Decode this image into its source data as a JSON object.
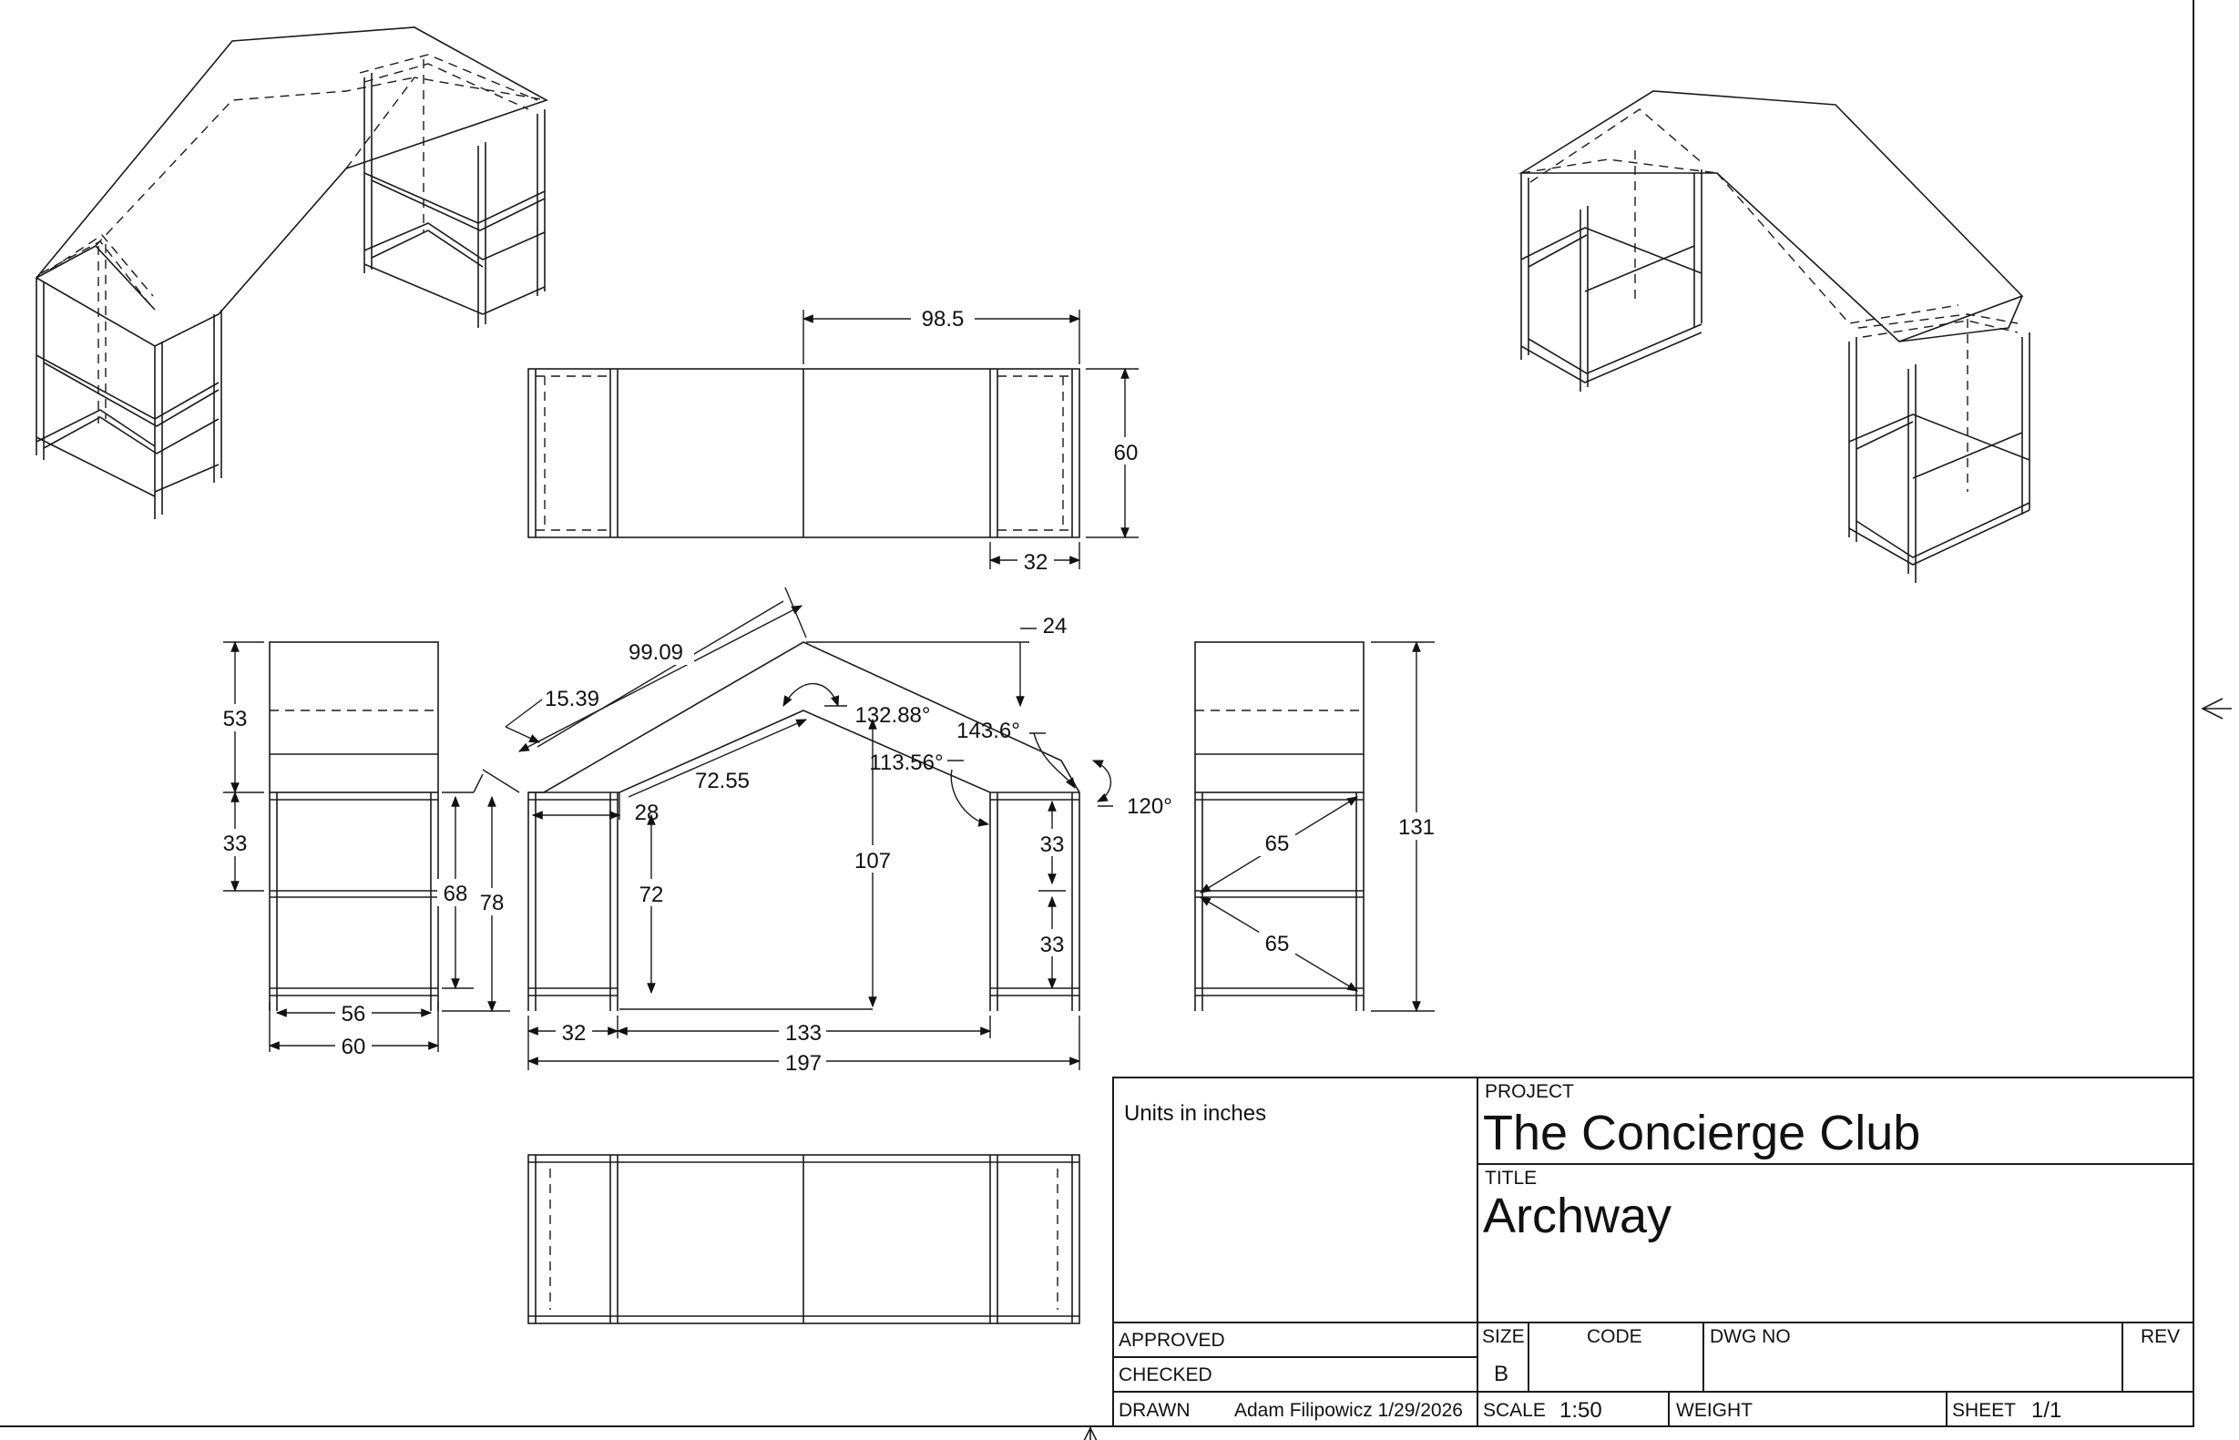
{
  "dimensions": {
    "top_view": {
      "width": "98.5",
      "depth": "60",
      "leg": "32"
    },
    "front_view": {
      "slope_len": "99.09",
      "end_cut": "15.39",
      "peak_drop": "24",
      "inner_len": "72.55",
      "gap": "28",
      "angle_1": "132.88°",
      "angle_2": "143.6°",
      "angle_3": "113.56°",
      "angle_4": "120°",
      "span_inner": "107",
      "side_height": "72",
      "shelf_upper": "33",
      "shelf_lower": "33",
      "leg_width": "32",
      "inner_span": "133",
      "total_width": "197"
    },
    "left_view": {
      "top": "53",
      "mid": "33",
      "h1": "68",
      "h2": "78",
      "inner_w": "56",
      "outer_w": "60"
    },
    "right_view": {
      "diag_top": "65",
      "diag_bottom": "65",
      "height": "131"
    }
  },
  "title_block": {
    "units_note": "Units in inches",
    "project_label": "PROJECT",
    "project_value": "The Concierge Club",
    "title_label": "TITLE",
    "title_value": "Archway",
    "approved_label": "APPROVED",
    "checked_label": "CHECKED",
    "drawn_label": "DRAWN",
    "drawn_value": "Adam Filipowicz  1/29/2026",
    "size_label": "SIZE",
    "size_value": "B",
    "code_label": "CODE",
    "dwg_label": "DWG NO",
    "rev_label": "REV",
    "scale_label": "SCALE",
    "scale_value": "1:50",
    "weight_label": "WEIGHT",
    "sheet_label": "SHEET",
    "sheet_value": "1/1"
  }
}
